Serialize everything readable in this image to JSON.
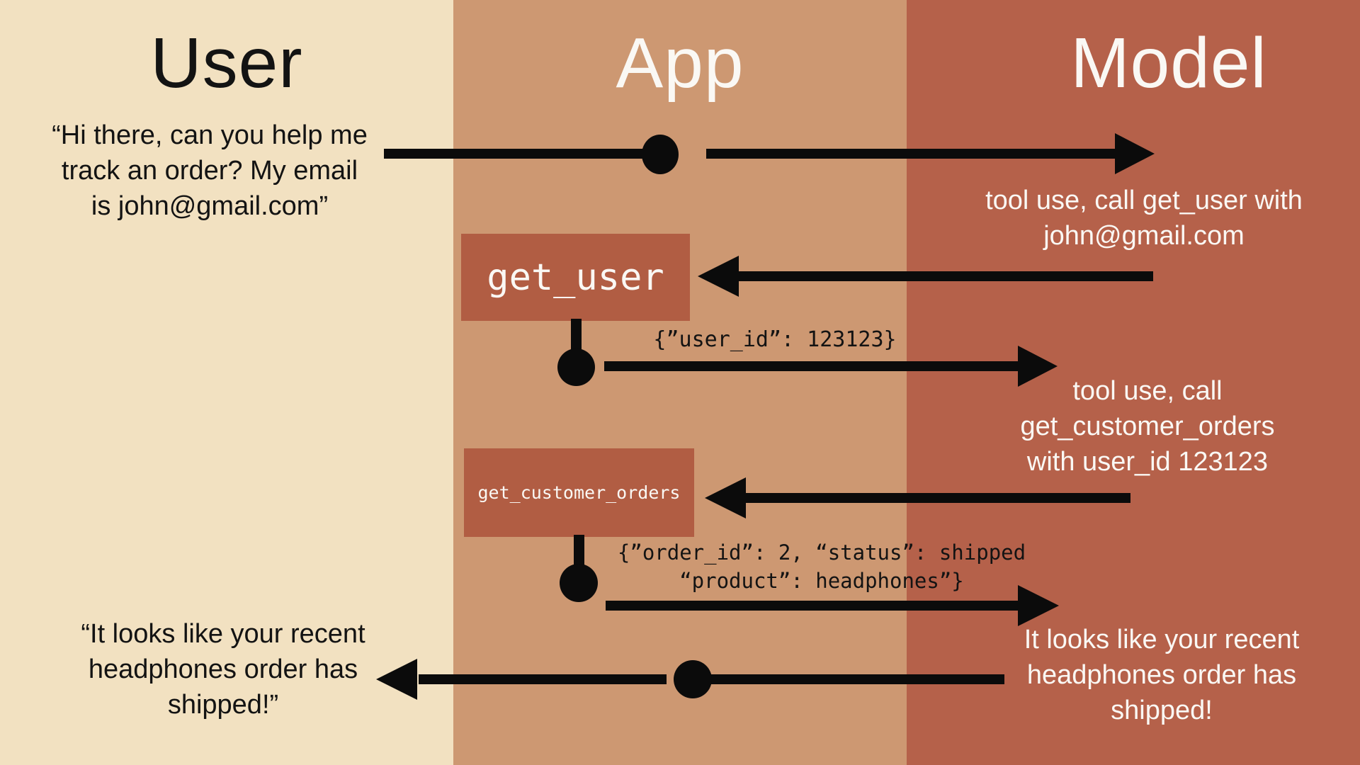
{
  "lanes": {
    "user": {
      "title": "User"
    },
    "app": {
      "title": "App"
    },
    "model": {
      "title": "Model"
    }
  },
  "flow": {
    "user_request": {
      "line1": "“Hi there, can you help me",
      "line2": "track an order? My email",
      "line3": "is john@gmail.com”"
    },
    "model_tool_call_1": {
      "line1": "tool use, call get_user with",
      "line2": "john@gmail.com"
    },
    "tool_call_1": {
      "name": "get_user"
    },
    "tool_result_1": {
      "json": "{”user_id”: 123123}"
    },
    "model_tool_call_2": {
      "line1": "tool use, call",
      "line2": "get_customer_orders",
      "line3": "with user_id 123123"
    },
    "tool_call_2": {
      "name": "get_customer_orders"
    },
    "tool_result_2": {
      "line1": "{”order_id”: 2, “status”: shipped",
      "line2": "“product”: headphones”}"
    },
    "model_reply": {
      "line1": "It looks like your recent",
      "line2": "headphones order has",
      "line3": "shipped!"
    },
    "user_reply": {
      "line1": "“It looks like your recent",
      "line2": "headphones order has",
      "line3": "shipped!”"
    }
  },
  "colors": {
    "lane_user_bg": "#f2e1c1",
    "lane_app_bg": "#cd9872",
    "lane_model_bg": "#b5614a",
    "tool_box_bg": "#b15d43",
    "arrow": "#0b0b0b",
    "text_dark": "#131313",
    "text_light": "#faf8f4"
  }
}
